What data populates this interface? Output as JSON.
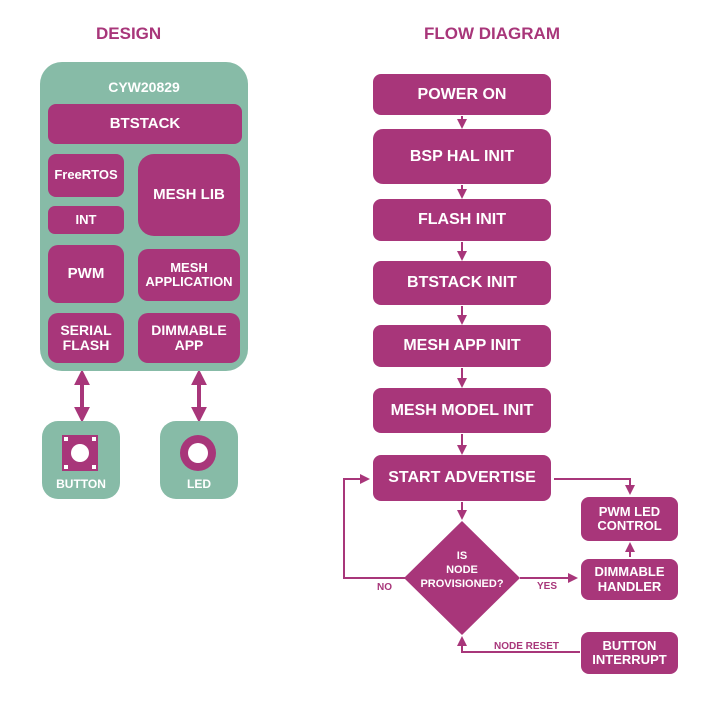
{
  "design": {
    "heading": "DESIGN",
    "chip": {
      "title": "CYW20829",
      "btstack": "BTSTACK",
      "freertos": "FreeRTOS",
      "int": "INT",
      "mesh_lib": "MESH LIB",
      "pwm": "PWM",
      "mesh_application": "MESH\nAPPLICATION",
      "serial_flash": "SERIAL\nFLASH",
      "dimmable_app": "DIMMABLE\nAPP"
    },
    "button_label": "BUTTON",
    "led_label": "LED"
  },
  "flow": {
    "heading": "FLOW DIAGRAM",
    "steps": {
      "power_on": "POWER ON",
      "bsp_hal_init": "BSP HAL INIT",
      "flash_init": "FLASH INIT",
      "btstack_init": "BTSTACK INIT",
      "mesh_app_init": "MESH APP INIT",
      "mesh_model_init": "MESH MODEL INIT",
      "start_advertise": "START ADVERTISE"
    },
    "decision": "IS\nNODE\nPROVISIONED?",
    "pwm_led_control": "PWM LED\nCONTROL",
    "dimmable_handler": "DIMMABLE\nHANDLER",
    "button_interrupt": "BUTTON\nINTERRUPT",
    "edge_labels": {
      "no": "NO",
      "yes": "YES",
      "node_reset": "NODE RESET"
    }
  },
  "colors": {
    "magenta": "#a8367a",
    "teal": "#87bba7",
    "white": "#ffffff"
  }
}
